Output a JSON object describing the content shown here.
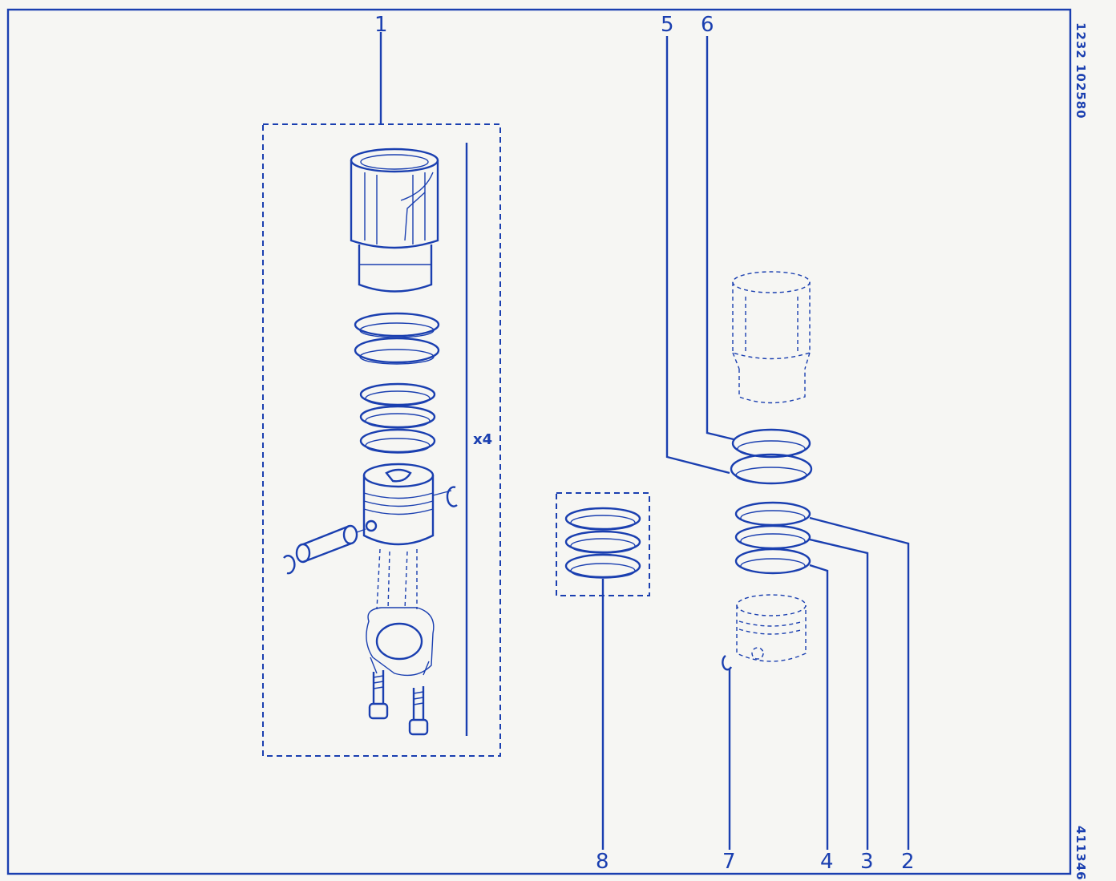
{
  "drawing": {
    "ref_code_top": "1232  102580",
    "ref_code_bottom": "411346",
    "kit_quantity": "x4",
    "callouts": {
      "c1": "1",
      "c2": "2",
      "c3": "3",
      "c4": "4",
      "c5": "5",
      "c6": "6",
      "c7": "7",
      "c8": "8"
    },
    "line_color": "#1a3fb0",
    "background": "#f6f6f3"
  }
}
